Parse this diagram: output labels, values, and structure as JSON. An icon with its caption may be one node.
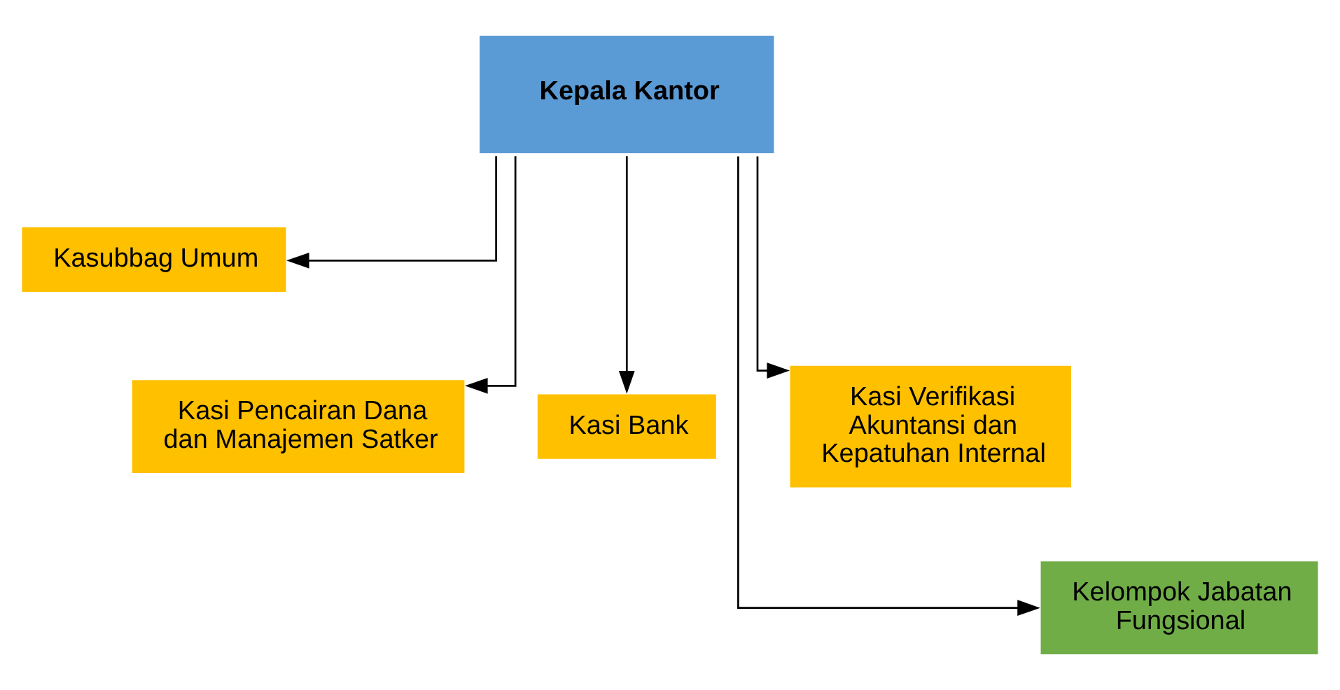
{
  "diagram": {
    "nodes": [
      {
        "text": [
          "Kepala Kantor"
        ]
      },
      {
        "text": [
          "Kasubbag Umum"
        ]
      },
      {
        "text": [
          "Kasi Pencairan Dana dan Manajemen Satker"
        ]
      },
      {
        "text": [
          "Kasi Bank"
        ]
      },
      {
        "text": [
          "Kasi Verifikasi Akuntansi dan Kepatuhan Internal"
        ]
      },
      {
        "text": [
          "Kelompok Jabatan Fungsional"
        ]
      }
    ],
    "edges": [
      {
        "from": 0,
        "to": 1,
        "arrow": "to"
      },
      {
        "from": 0,
        "to": 2,
        "arrow": "to"
      },
      {
        "from": 0,
        "to": 3,
        "arrow": "to"
      },
      {
        "from": 0,
        "to": 4,
        "arrow": "to"
      },
      {
        "from": 0,
        "to": 5,
        "arrow": "to"
      }
    ]
  }
}
